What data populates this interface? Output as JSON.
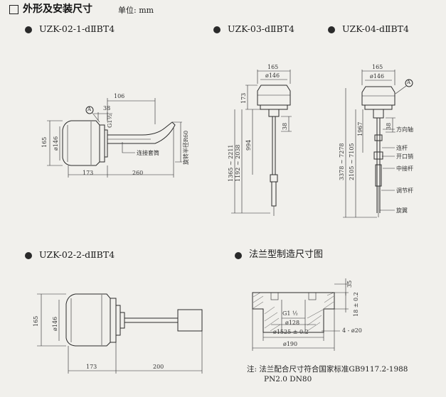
{
  "header": {
    "title": "外形及安装尺寸",
    "unit_label": "单位: mm"
  },
  "figures": {
    "f1": {
      "title": "UZK-02-1-dⅡBT4",
      "dims": {
        "d106": "106",
        "d38": "38",
        "thread": "G1½",
        "d165": "165",
        "dia146": "ø146",
        "d173": "173",
        "d260": "260",
        "radius": "旋转半径R60"
      },
      "callout": "A",
      "label": "连接套筒"
    },
    "f2": {
      "title": "UZK-03-dⅡBT4",
      "dims": {
        "d165": "165",
        "dia146": "ø146",
        "d173": "173",
        "d38": "38",
        "d994": "994",
        "r1": "1365 ~ 2211",
        "r2": "1192 ~ 2038"
      }
    },
    "f3": {
      "title": "UZK-04-dⅡBT4",
      "dims": {
        "d165": "165",
        "dia146": "ø146",
        "d1967": "1967",
        "d38": "38",
        "r1": "3378 ~ 7278",
        "r2": "2105 ~ 7105"
      },
      "callout": "A",
      "labels": [
        "方向轴",
        "连杆",
        "开口销",
        "中接杆",
        "调节杆",
        "旋翼"
      ]
    },
    "f4": {
      "title": "UZK-02-2-dⅡBT4",
      "dims": {
        "d165": "165",
        "dia146": "ø146",
        "d173": "173",
        "d200": "200"
      }
    },
    "f5": {
      "title": "法兰型制造尺寸图",
      "dims": {
        "d35": "35",
        "d18": "18 ± 0.2",
        "thread": "G1 ½",
        "dia128": "ø128",
        "dia1525": "ø1525 ± 0.2",
        "dia190": "ø190",
        "holes": "4 - ø20"
      }
    }
  },
  "note": {
    "line1": "注:  法兰配合尺寸符合国家标准GB9117.2-1988",
    "line2": "PN2.0  DN80"
  }
}
